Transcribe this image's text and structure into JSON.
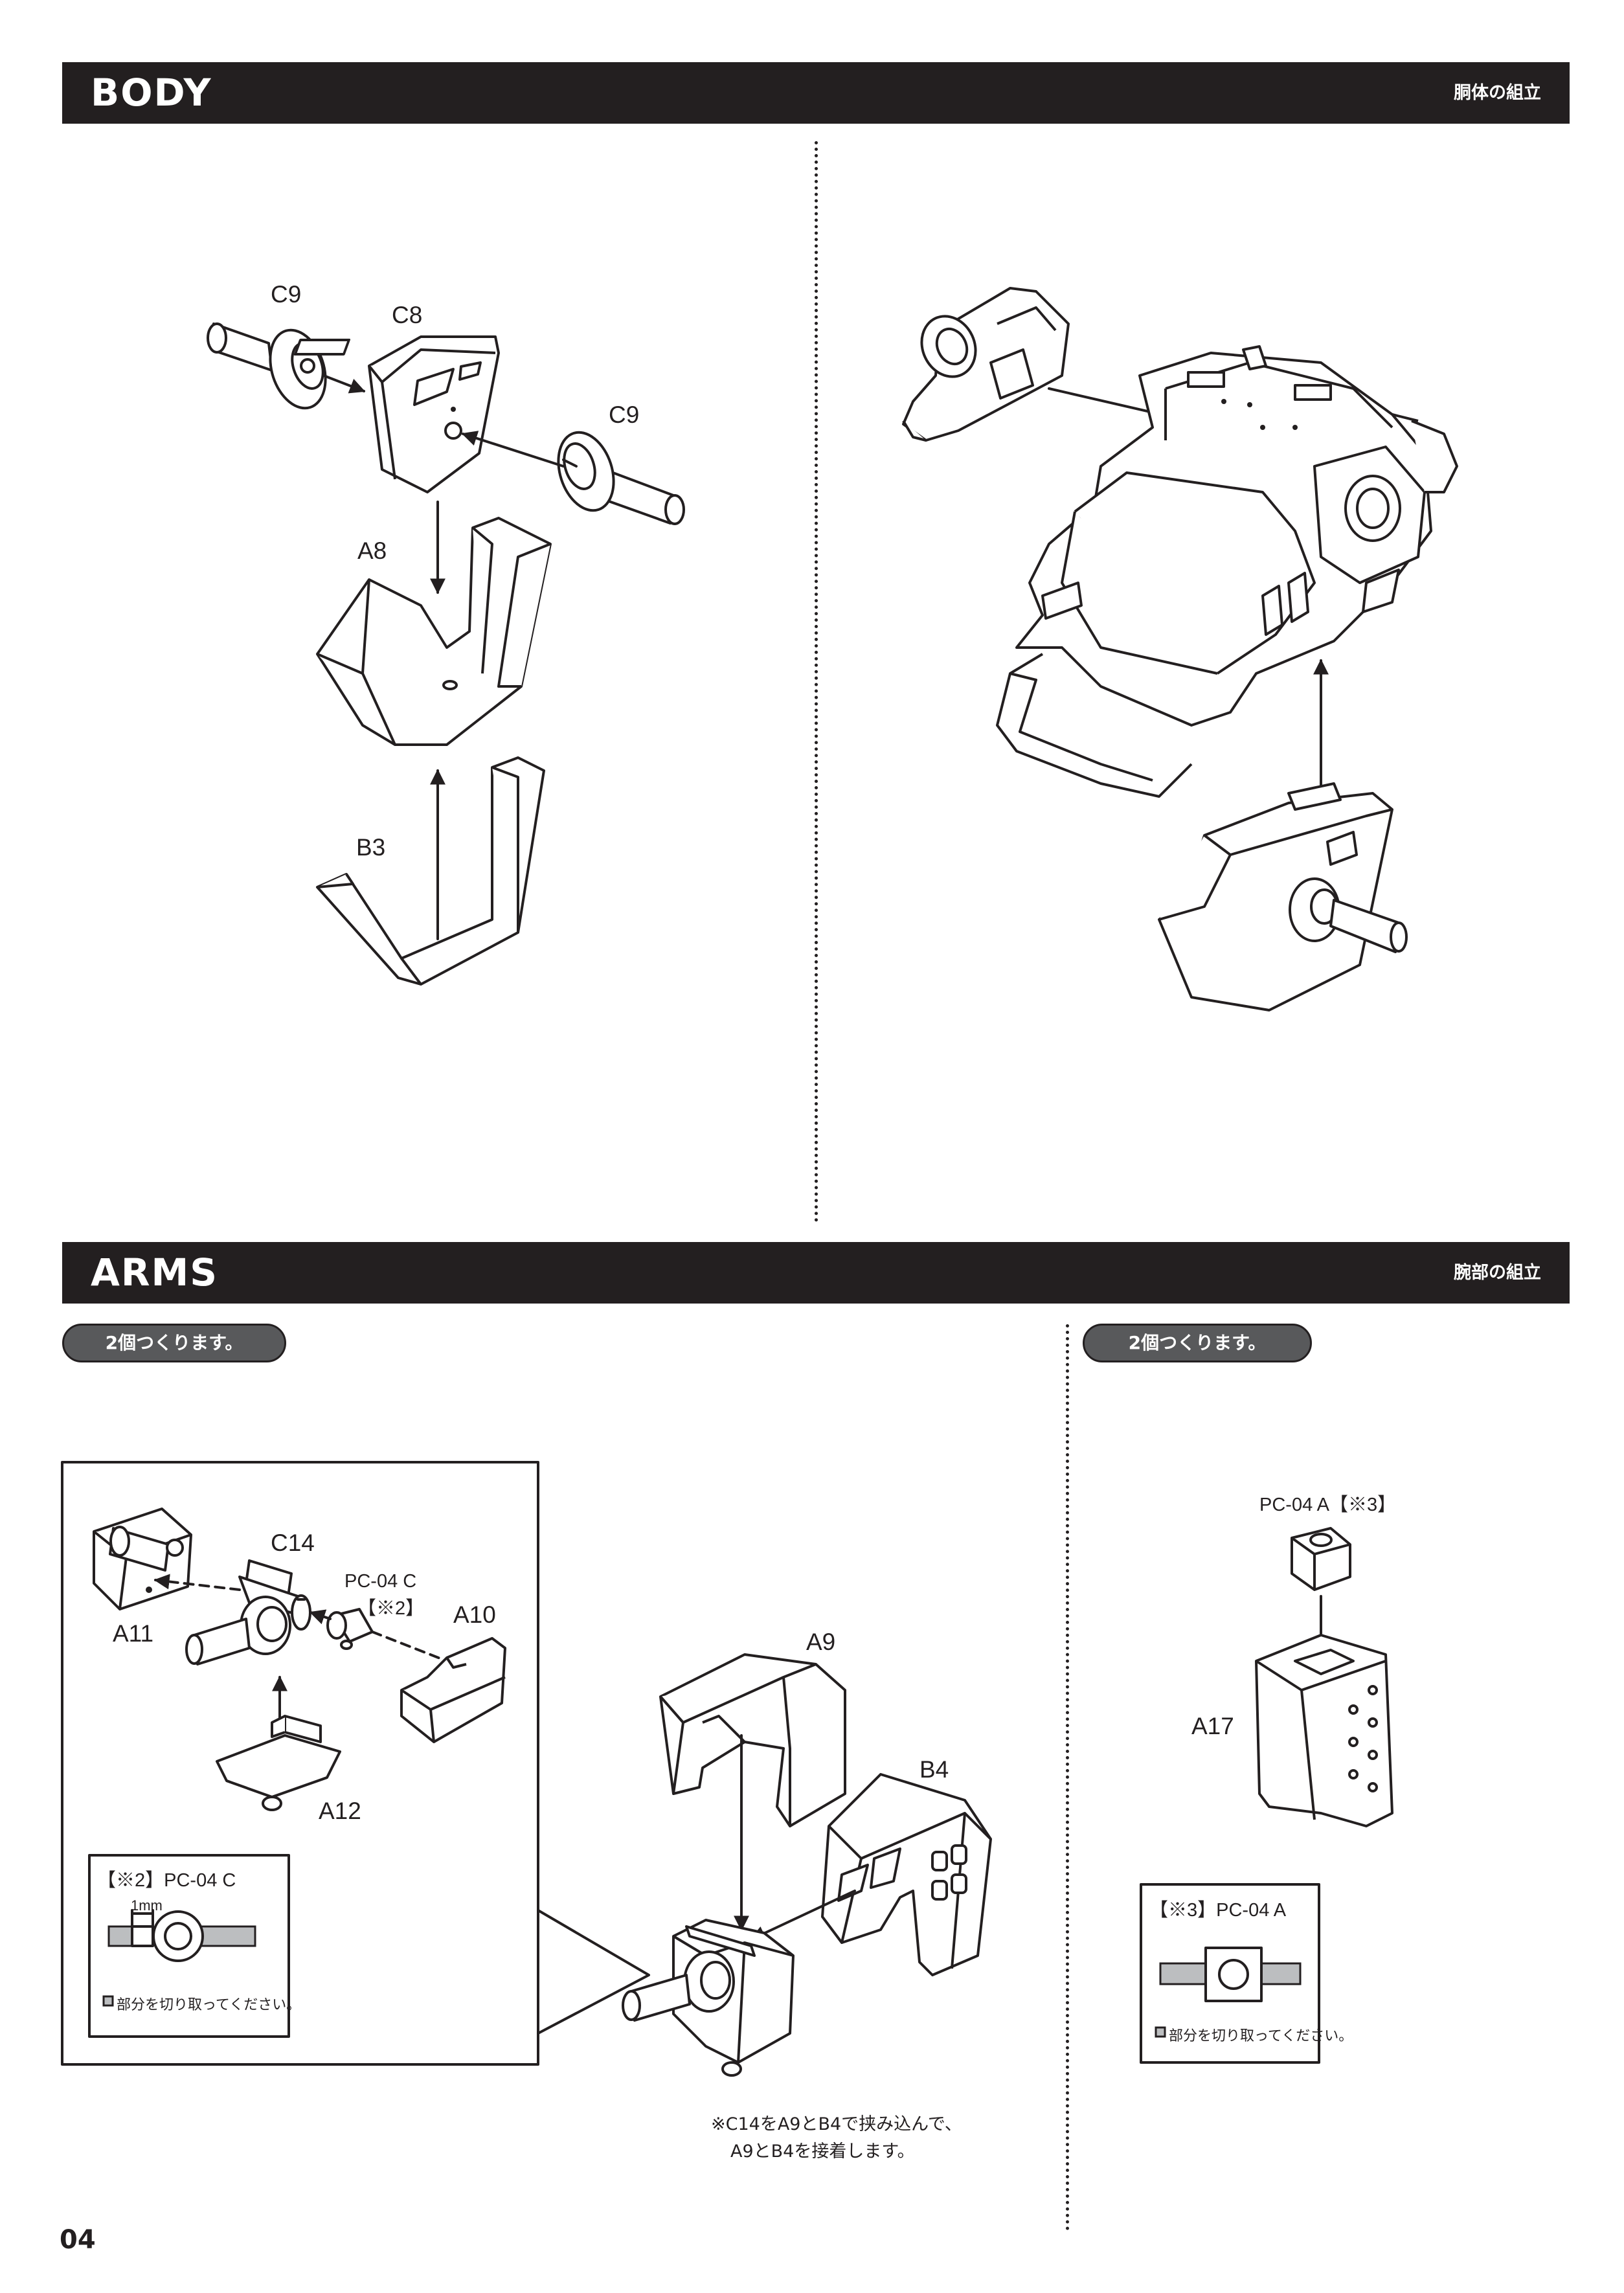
{
  "sections": {
    "body": {
      "title": "BODY",
      "subtitle_jp": "胴体の組立"
    },
    "arms": {
      "title": "ARMS",
      "subtitle_jp": "腕部の組立"
    }
  },
  "arms_steps": {
    "left_badge": "2個つくります。",
    "right_badge": "2個つくります。"
  },
  "body_parts": {
    "c9_top": "C9",
    "c8": "C8",
    "c9_right": "C9",
    "a8": "A8",
    "b3": "B3"
  },
  "arms_parts": {
    "c14": "C14",
    "pc04c_line1": "PC-04 C",
    "pc04c_line2": "【※2】",
    "a10": "A10",
    "a11": "A11",
    "a12": "A12",
    "a9": "A9",
    "b4": "B4",
    "pc04a": "PC-04 A【※3】",
    "a17": "A17"
  },
  "note_boxes": {
    "left": {
      "title": "【※2】PC-04 C",
      "dimension": "1mm",
      "caption": "部分を切り取ってください。"
    },
    "right": {
      "title": "【※3】PC-04 A",
      "caption": "部分を切り取ってください。"
    }
  },
  "footnote": {
    "line1": "※C14をA9とB4で挟み込んで、",
    "line2": "A9とB4を接着します。"
  },
  "page_number": "04"
}
